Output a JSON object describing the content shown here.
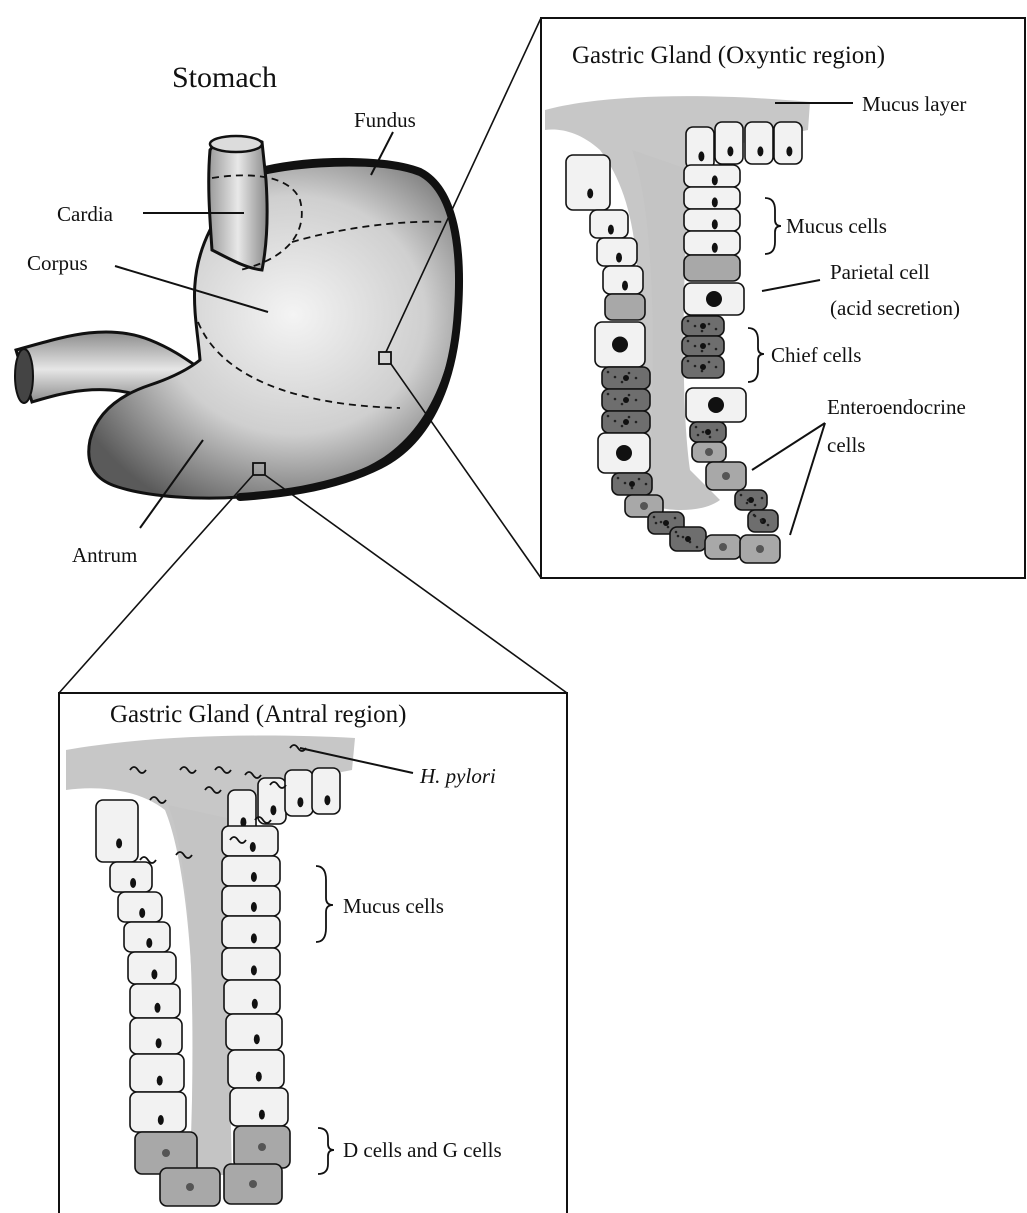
{
  "stomach": {
    "title": "Stomach",
    "labels": {
      "fundus": "Fundus",
      "cardia": "Cardia",
      "corpus": "Corpus",
      "antrum": "Antrum"
    }
  },
  "oxyntic": {
    "title": "Gastric Gland (Oxyntic region)",
    "labels": {
      "mucus_layer": "Mucus layer",
      "mucus_cells": "Mucus cells",
      "parietal_line1": "Parietal cell",
      "parietal_line2": "(acid secretion)",
      "chief_cells": "Chief cells",
      "entero_line1": "Enteroendocrine",
      "entero_line2": "cells"
    }
  },
  "antral": {
    "title": "Gastric Gland (Antral region)",
    "labels": {
      "h_pylori": "H. pylori",
      "mucus_cells": "Mucus cells",
      "dg_cells": "D cells and G cells"
    }
  },
  "colors": {
    "outline": "#111111",
    "mucus": "#b9b9b9",
    "lumen": "#c9c9c9",
    "cell_light": "#f2f2f2",
    "cell_mid": "#a8a8a8",
    "cell_dark": "#6e6e6e",
    "stomach_body": "#cfcfcf"
  }
}
